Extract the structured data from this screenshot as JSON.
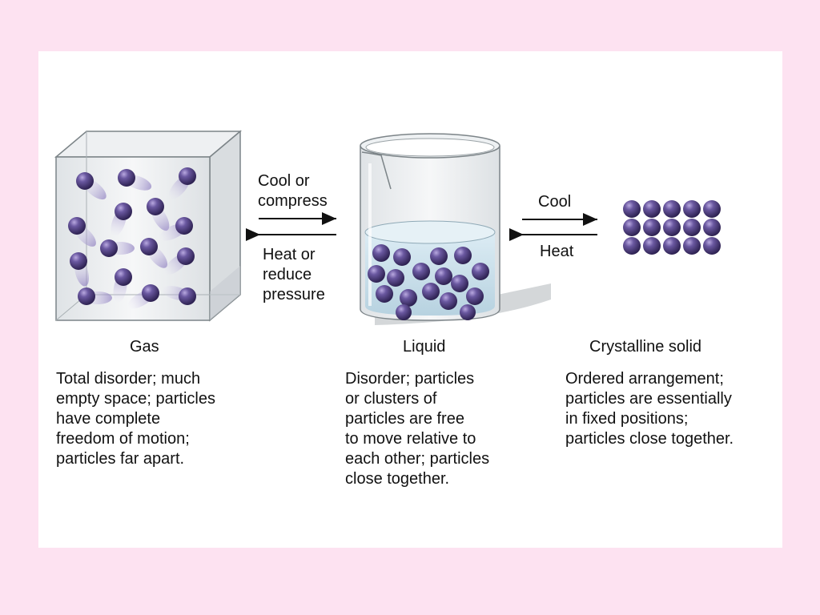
{
  "diagram": {
    "gas": {
      "title": "Gas",
      "description": "Total disorder; much\nempty space; particles\nhave complete\nfreedom  of motion;\nparticles far apart."
    },
    "liquid": {
      "title": "Liquid",
      "description": "Disorder; particles\nor clusters of\nparticles are free\nto move relative to\neach other; particles\nclose together."
    },
    "solid": {
      "title": "Crystalline solid",
      "description": "Ordered arrangement;\nparticles are essentially\nin fixed positions;\nparticles close together."
    },
    "transitions": {
      "gas_to_liquid": "Cool or\ncompress",
      "liquid_to_gas": "Heat or\nreduce\npressure",
      "liquid_to_solid": "Cool",
      "solid_to_liquid": "Heat"
    }
  },
  "colors": {
    "background": "#fde2f1",
    "panel": "#ffffff",
    "particle": "#4b3a7a",
    "particle_highlight": "#b9a9e0",
    "container_edge": "#7c8488",
    "liquid": "#cfe3ee"
  }
}
